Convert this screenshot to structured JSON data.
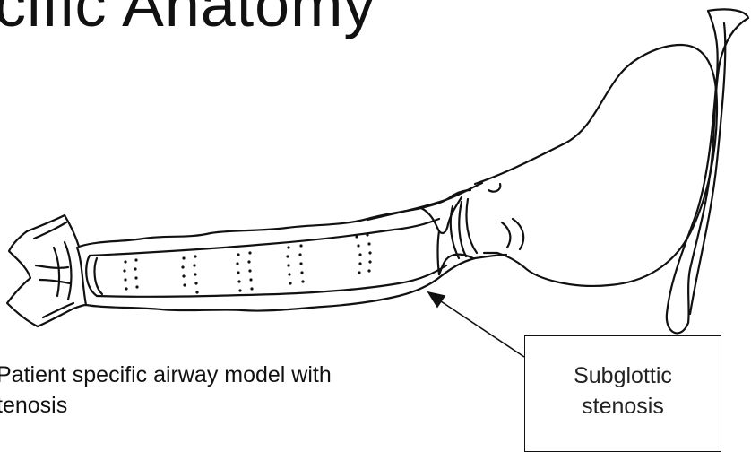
{
  "slide": {
    "title": "cific Anatomy",
    "caption_line1": "Patient specific airway model with",
    "caption_line2": "tenosis"
  },
  "callout": {
    "line1": "Subglottic",
    "line2": "stenosis"
  },
  "colors": {
    "ink": "#111111",
    "background": "#ffffff"
  }
}
